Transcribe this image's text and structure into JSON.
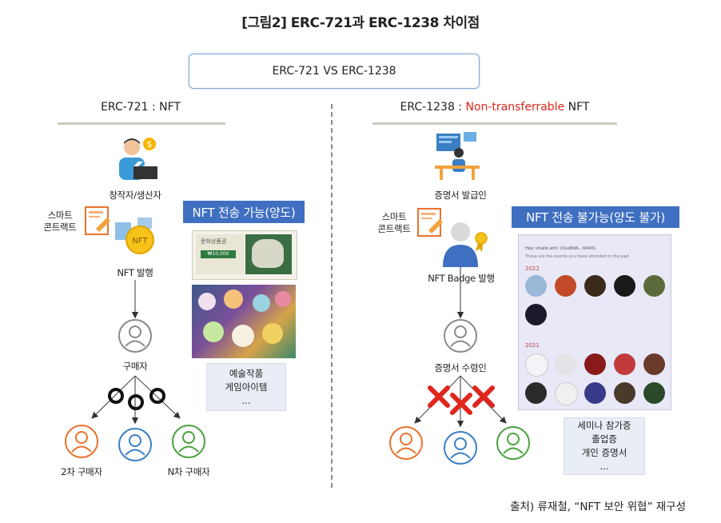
{
  "title": "[그림2] ERC-721과 ERC-1238 차이점",
  "vs_label": "ERC-721 VS ERC-1238",
  "left": {
    "header": "ERC-721 : NFT",
    "creator_label": "창작자/생산자",
    "smart_contract_line1": "스마트",
    "smart_contract_line2": "콘트랙트",
    "issue_label": "NFT 발행",
    "buyer_label": "구매자",
    "second_buyer_label": "2차 구매자",
    "nth_buyer_label": "N차 구매자",
    "banner": "NFT 전송 가능(양도)",
    "ticket_text": "문화상품권",
    "ticket_amount": "₩10,000",
    "info_lines": [
      "예술작품",
      "게임아이템",
      "..."
    ]
  },
  "right": {
    "header_prefix": "ERC-1238 : ",
    "header_highlight": "Non-transferrable",
    "header_suffix": " NFT",
    "issuer_label": "증명서 발급인",
    "smart_contract_line1": "스마트",
    "smart_contract_line2": "콘트랙트",
    "issue_label": "NFT Badge 발행",
    "recipient_label": "증명서 수령인",
    "banner": "NFT 전송 불가능(양도 불가)",
    "panel": {
      "greeting": "Hey vitalik.eth! (0xd8dA...6045)",
      "subtitle": "These are the events you have attended in the past",
      "year1": "2022",
      "year2": "2021"
    },
    "info_lines": [
      "세미나 참가증",
      "졸업증",
      "개인 증명서",
      "..."
    ]
  },
  "source": "출처) 류재철, “NFT 보안 위협” 재구성",
  "colors": {
    "banner": "#3f6fc0",
    "person_orange": "#e8732c",
    "person_blue": "#3a7fc4",
    "person_green": "#4aa23e",
    "person_gray": "#8a8a8a",
    "cross_red": "#e0261c",
    "highlight_red": "#e0261c"
  }
}
